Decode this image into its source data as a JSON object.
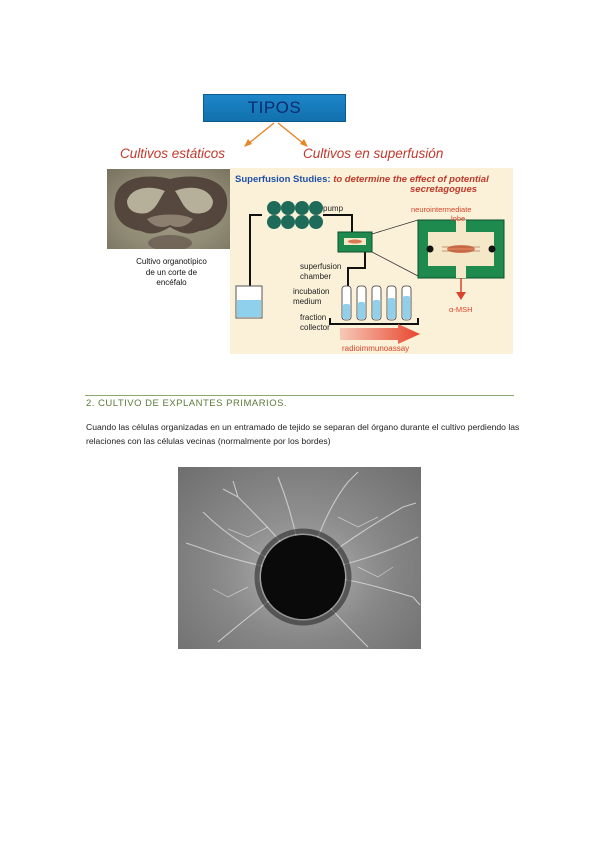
{
  "types_title": "TIPOS",
  "static_label": "Cultivos estáticos",
  "superfusion_label": "Cultivos en superfusión",
  "slice_caption": [
    "Cultivo organotípico",
    "de un corte de",
    "encéfalo"
  ],
  "superfusion_figure": {
    "title_bold": "Superfusion Studies:",
    "title_rest_line1": "to determine the effect of potential",
    "title_rest_line2": "secretagogues",
    "pump": "pump",
    "chamber_line1": "superfusion",
    "chamber_line2": "chamber",
    "medium_line1": "incubation",
    "medium_line2": "medium",
    "collector_line1": "fraction",
    "collector_line2": "collector",
    "lobe_line1": "neurointermediate",
    "lobe_line2": "lobe",
    "msh": "α-MSH",
    "assay": "radioimmunoassay"
  },
  "section": {
    "heading": "2. CULTIVO DE EXPLANTES PRIMARIOS.",
    "body": "Cuando las células organizadas en un entramado de tejido se separan del órgano durante el cultivo perdiendo las relaciones con las células vecinas (normalmente por los bordes)"
  },
  "colors": {
    "tipos_blue": "#1d86c9",
    "label_red": "#c0392b",
    "heading_green": "#5c7a3a",
    "chamber_green": "#1e8a4e",
    "figure_bg": "#fbf1d9"
  }
}
